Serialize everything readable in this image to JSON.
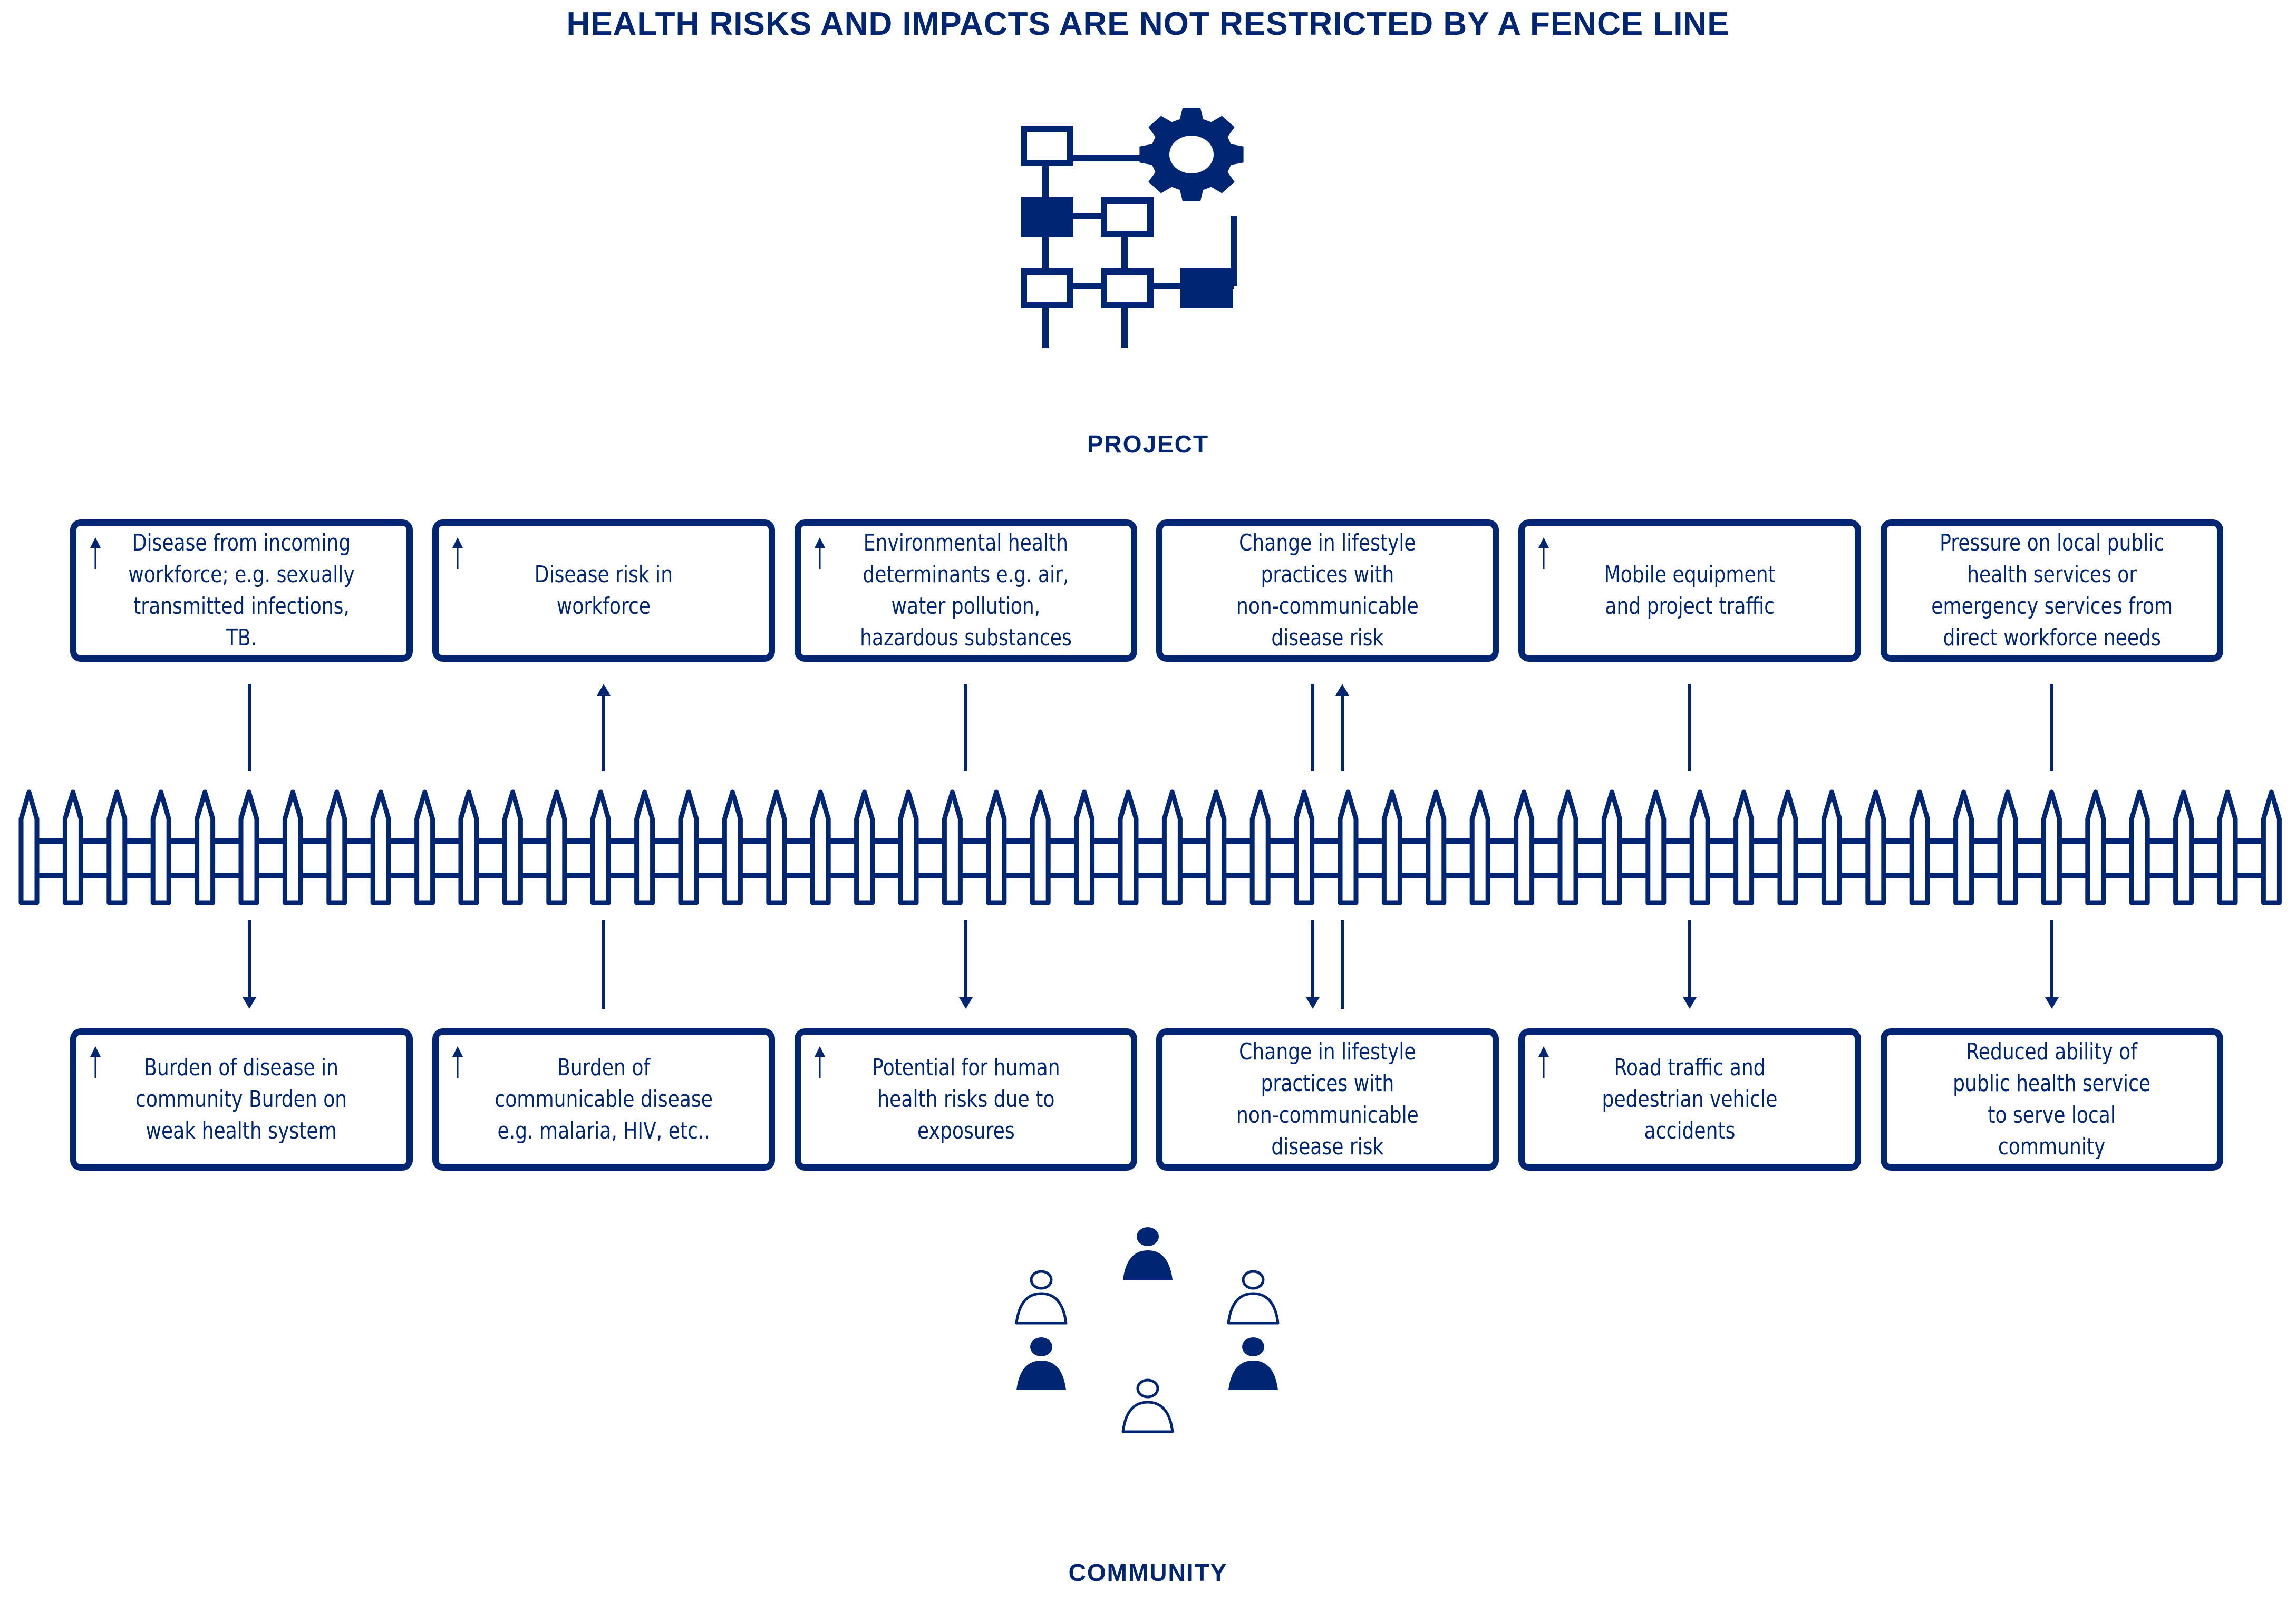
{
  "title": "HEALTH RISKS AND IMPACTS ARE NOT RESTRICTED BY A FENCE LINE",
  "labels": {
    "project": "PROJECT",
    "community": "COMMUNITY"
  },
  "colors": {
    "primary": "#002673",
    "background": "#ffffff"
  },
  "top_boxes": [
    {
      "text": "Disease from incoming\nworkforce; e.g. sexually\ntransmitted infections, TB.",
      "increase_icon": true
    },
    {
      "text": "Disease risk in\nworkforce",
      "increase_icon": true
    },
    {
      "text": "Environmental health\ndeterminants e.g. air,\nwater pollution,\nhazardous substances",
      "increase_icon": true
    },
    {
      "text": "Change in lifestyle\npractices with\nnon-communicable\ndisease risk",
      "increase_icon": false
    },
    {
      "text": "Mobile equipment\nand project traffic",
      "increase_icon": true
    },
    {
      "text": "Pressure on local public\nhealth services or\nemergency services from\ndirect workforce needs",
      "increase_icon": false
    }
  ],
  "bottom_boxes": [
    {
      "text": "Burden of disease in\ncommunity Burden on\nweak health system",
      "increase_icon": true
    },
    {
      "text": "Burden of\ncommunicable disease\ne.g. malaria, HIV, etc..",
      "increase_icon": true
    },
    {
      "text": "Potential for human\nhealth risks due to\nexposures",
      "increase_icon": true
    },
    {
      "text": "Change in lifestyle\npractices with\nnon-communicable\ndisease risk",
      "increase_icon": false
    },
    {
      "text": "Road traffic and\npedestrian vehicle\naccidents",
      "increase_icon": true
    },
    {
      "text": "Reduced ability of\npublic health service\nto serve local\ncommunity",
      "increase_icon": false
    }
  ],
  "flows": [
    {
      "column": 1,
      "direction": "project-to-community"
    },
    {
      "column": 2,
      "direction": "community-to-project"
    },
    {
      "column": 3,
      "direction": "project-to-community"
    },
    {
      "column": 4,
      "direction": "bidirectional"
    },
    {
      "column": 5,
      "direction": "project-to-community"
    },
    {
      "column": 6,
      "direction": "project-to-community"
    }
  ],
  "community_people": [
    {
      "position": "top",
      "style": "filled"
    },
    {
      "position": "upper-left",
      "style": "outline"
    },
    {
      "position": "upper-right",
      "style": "outline"
    },
    {
      "position": "lower-left",
      "style": "filled"
    },
    {
      "position": "lower-right",
      "style": "filled"
    },
    {
      "position": "bottom",
      "style": "outline"
    }
  ]
}
